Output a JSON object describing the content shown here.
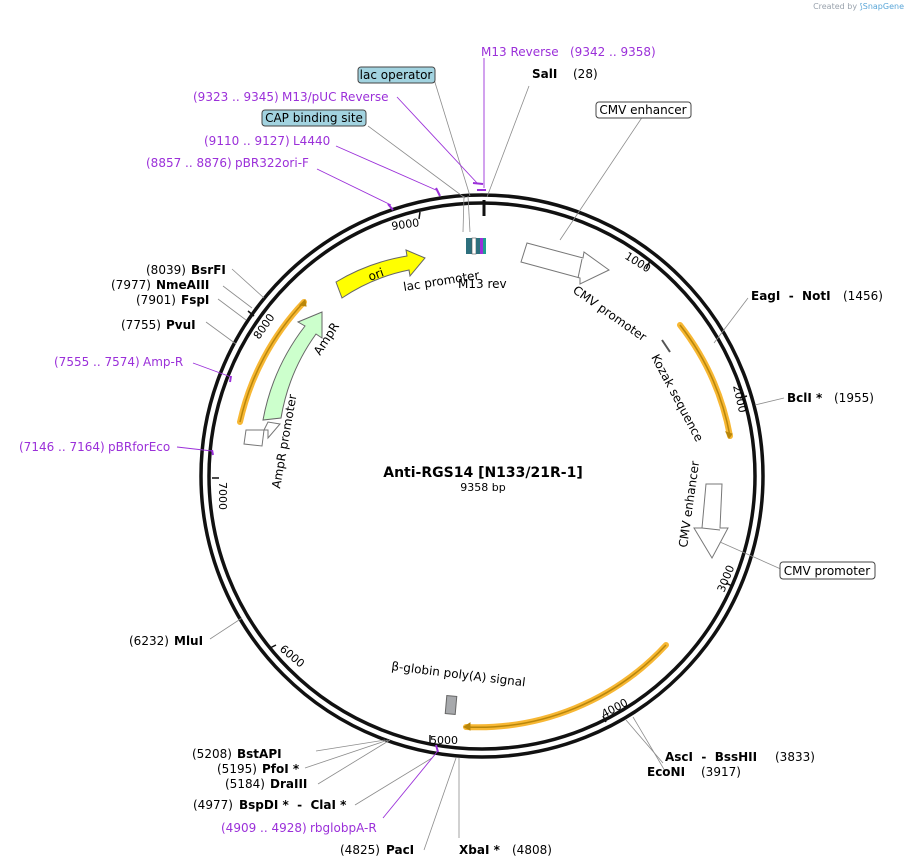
{
  "credit": {
    "prefix": "Created by",
    "brand": "SnapGene"
  },
  "plasmid": {
    "name": "Anti-RGS14 [N133/21R-1]",
    "size_label": "9358 bp",
    "length": 9358
  },
  "ticks": [
    "1000",
    "2000",
    "3000",
    "4000",
    "5000",
    "6000",
    "7000",
    "8000",
    "9000"
  ],
  "sites": [
    {
      "name": "SalI",
      "pos": "(28)",
      "bp": 28
    },
    {
      "name": "EagI  -  NotI",
      "pos": "(1456)",
      "bp": 1456
    },
    {
      "name": "BclI *",
      "pos": "(1955)",
      "bp": 1955
    },
    {
      "name": "AscI  -  BssHII",
      "pos": "(3833)",
      "bp": 3833
    },
    {
      "name": "EcoNI",
      "pos": "(3917)",
      "bp": 3917
    },
    {
      "name": "XbaI *",
      "pos": "(4808)",
      "bp": 4808
    },
    {
      "name": "PacI",
      "pos": "(4825)",
      "bp": 4825
    },
    {
      "name": "BspDI *  -  ClaI *",
      "pos": "(4977)",
      "bp": 4977
    },
    {
      "name": "DraIII",
      "pos": "(5184)",
      "bp": 5184
    },
    {
      "name": "PfoI *",
      "pos": "(5195)",
      "bp": 5195
    },
    {
      "name": "BstAPI",
      "pos": "(5208)",
      "bp": 5208
    },
    {
      "name": "MluI",
      "pos": "(6232)",
      "bp": 6232
    },
    {
      "name": "PvuI",
      "pos": "(7755)",
      "bp": 7755
    },
    {
      "name": "FspI",
      "pos": "(7901)",
      "bp": 7901
    },
    {
      "name": "NmeAIII",
      "pos": "(7977)",
      "bp": 7977
    },
    {
      "name": "BsrFI",
      "pos": "(8039)",
      "bp": 8039
    }
  ],
  "primers": [
    {
      "name": "M13 Reverse",
      "range": "(9342 .. 9358)"
    },
    {
      "name": "M13/pUC Reverse",
      "range": "(9323 .. 9345)"
    },
    {
      "name": "L4440",
      "range": "(9110 .. 9127)"
    },
    {
      "name": "pBR322ori-F",
      "range": "(8857 .. 8876)"
    },
    {
      "name": "Amp-R",
      "range": "(7555 .. 7574)"
    },
    {
      "name": "pBRforEco",
      "range": "(7146 .. 7164)"
    },
    {
      "name": "rbglobpA-R",
      "range": "(4909 .. 4928)"
    }
  ],
  "boxed_features": [
    {
      "name": "lac operator",
      "color": "#a2d3e0"
    },
    {
      "name": "CAP binding site",
      "color": "#a2d3e0"
    },
    {
      "name": "CMV enhancer",
      "color": "#ffffff"
    },
    {
      "name": "CMV promoter",
      "color": "#ffffff"
    }
  ],
  "features": {
    "cmv_promoter": "CMV promoter",
    "kozak": "Kozak sequence",
    "cmv_enhancer": "CMV enhancer",
    "globin": "β-globin poly(A) signal",
    "ampr": "AmpR",
    "ampr_promoter": "AmpR promoter",
    "ori": "ori",
    "lac_promoter": "lac promoter",
    "m13_rev": "M13 rev"
  },
  "colors": {
    "ori": "#ffff00",
    "ampr": "#ccffcc",
    "orf_highlight": "#f7b733",
    "orf_line": "#b8860b",
    "primer": "#9b30d9",
    "lac_op": "#a2d3e0"
  }
}
